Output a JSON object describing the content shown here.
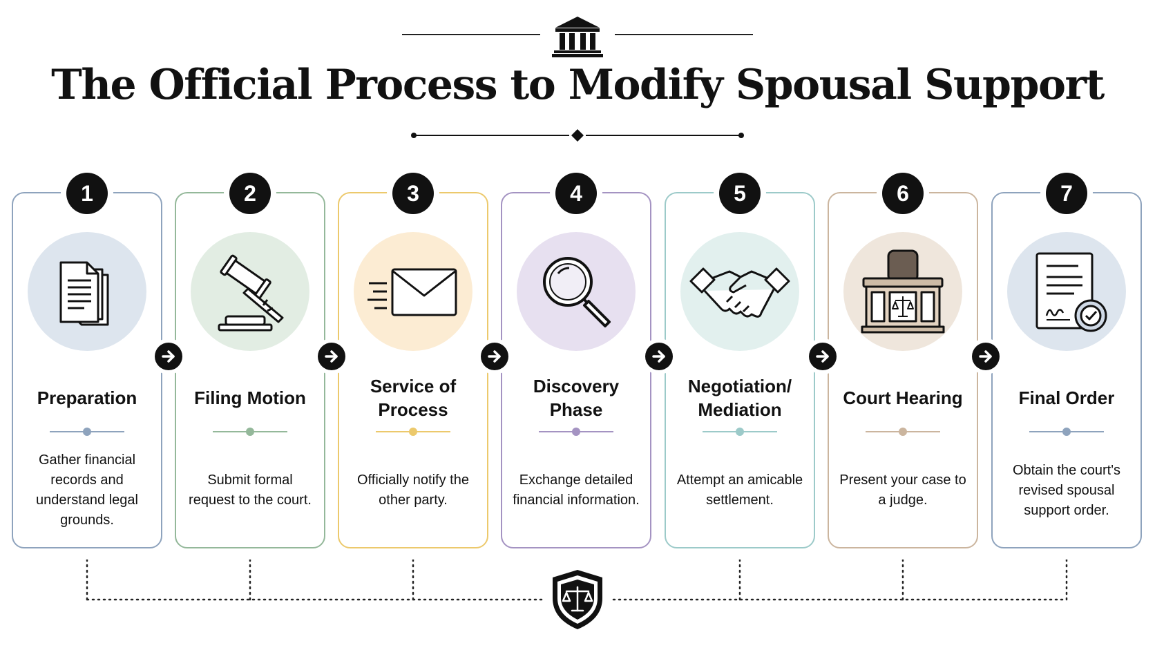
{
  "title": "The Official Process to Modify Spousal Support",
  "icons": {
    "header": "courthouse-icon",
    "footer": "scales-shield-icon",
    "arrow": "arrow-right-icon"
  },
  "steps": [
    {
      "number": "1",
      "title": "Preparation",
      "description": "Gather financial records and understand legal grounds.",
      "icon": "documents-icon",
      "accent": "#8ea3bd",
      "tint": "#dde5ee"
    },
    {
      "number": "2",
      "title": "Filing Motion",
      "description": "Submit formal request to the court.",
      "icon": "gavel-icon",
      "accent": "#94b89a",
      "tint": "#e2ede3"
    },
    {
      "number": "3",
      "title": "Service of Process",
      "description": "Officially notify the other party.",
      "icon": "envelope-icon",
      "accent": "#ecc96c",
      "tint": "#fcecd3"
    },
    {
      "number": "4",
      "title": "Discovery Phase",
      "description": "Exchange detailed financial information.",
      "icon": "magnifying-glass-icon",
      "accent": "#a493c2",
      "tint": "#e7e0f0"
    },
    {
      "number": "5",
      "title": "Negotiation/ Mediation",
      "description": "Attempt an amicable settlement.",
      "icon": "handshake-icon",
      "accent": "#9ccac9",
      "tint": "#e2f0ee"
    },
    {
      "number": "6",
      "title": "Court Hearing",
      "description": "Present your case to a judge.",
      "icon": "judge-bench-icon",
      "accent": "#cbb59e",
      "tint": "#efe6dc"
    },
    {
      "number": "7",
      "title": "Final Order",
      "description": "Obtain the court's revised spousal support order.",
      "icon": "signed-order-icon",
      "accent": "#8ea3bd",
      "tint": "#dde5ee"
    }
  ]
}
